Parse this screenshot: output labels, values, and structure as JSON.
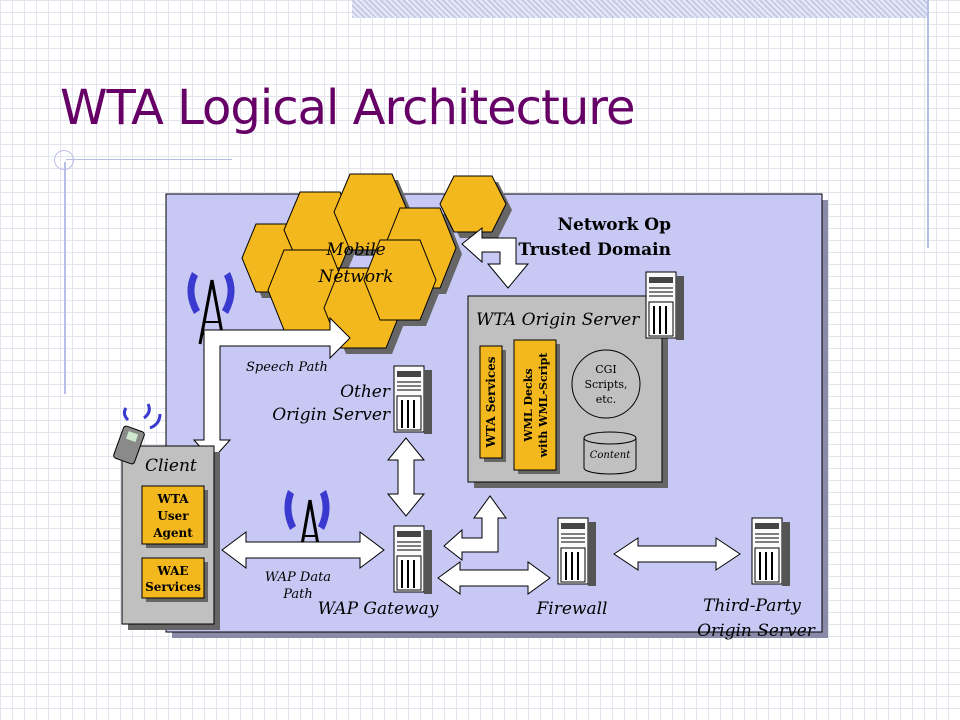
{
  "slide": {
    "title": "WTA Logical Architecture"
  },
  "diagram": {
    "domain_label_line1": "Network Op",
    "domain_label_line2": "Trusted Domain",
    "mobile_network_line1": "Mobile",
    "mobile_network_line2": "Network",
    "speech_path": "Speech Path",
    "other_origin_line1": "Other",
    "other_origin_line2": "Origin Server",
    "wta_origin_server": "WTA Origin Server",
    "wta_services": "WTA Services",
    "wml_decks_line1": "WML Decks",
    "wml_decks_line2": "with WML-Script",
    "cgi_line1": "CGI",
    "cgi_line2": "Scripts,",
    "cgi_line3": "etc.",
    "content": "Content",
    "client": "Client",
    "wta_user_agent_line1": "WTA",
    "wta_user_agent_line2": "User",
    "wta_user_agent_line3": "Agent",
    "wae_line1": "WAE",
    "wae_line2": "Services",
    "wap_data_line1": "WAP Data",
    "wap_data_line2": "Path",
    "wap_gateway": "WAP Gateway",
    "firewall": "Firewall",
    "third_party_line1": "Third-Party",
    "third_party_line2": "Origin Server"
  },
  "colors": {
    "title": "#660066",
    "domain_fill": "#c8c8f4",
    "cloud_fill": "#f2b81e",
    "box_fill": "#c0c0c0",
    "component_fill": "#f2b81e"
  }
}
